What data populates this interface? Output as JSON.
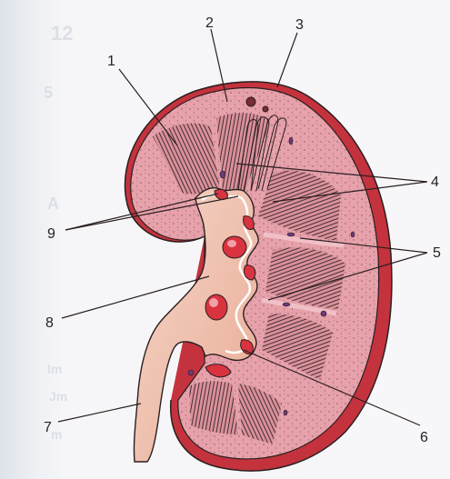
{
  "labels": {
    "l1": "1",
    "l2": "2",
    "l3": "3",
    "l4": "4",
    "l5": "5",
    "l6": "6",
    "l7": "7",
    "l8": "8",
    "l9": "9"
  },
  "background_text": {
    "a": "12",
    "b": "5",
    "c": "A",
    "d": "Im",
    "e": "Jm",
    "f": "m"
  },
  "colors": {
    "cortex": "#e6a1aa",
    "capsule": "#c4333d",
    "pelvis": "#f2c4b3",
    "pyramid_stripe": "#3b2a2d",
    "outline": "#2a1f21"
  }
}
